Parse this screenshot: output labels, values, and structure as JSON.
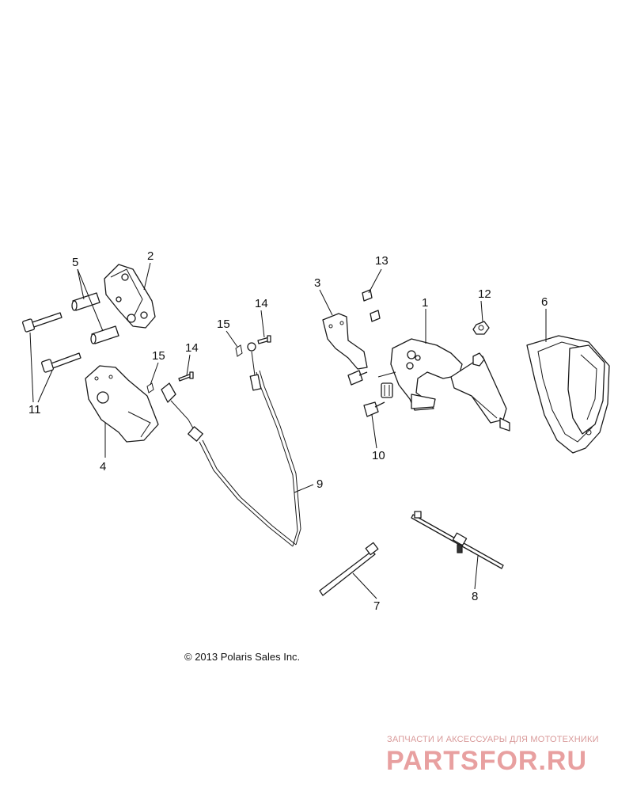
{
  "callouts": [
    "1",
    "2",
    "3",
    "4",
    "5",
    "6",
    "7",
    "8",
    "9",
    "10",
    "11",
    "12",
    "13",
    "14",
    "14",
    "15",
    "15"
  ],
  "copyright": "© 2013 Polaris Sales Inc.",
  "watermark": {
    "tagline": "ЗАПЧАСТИ И АКСЕССУАРЫ ДЛЯ МОТОТЕХНИКИ",
    "brand": "PARTSFOR.RU"
  }
}
